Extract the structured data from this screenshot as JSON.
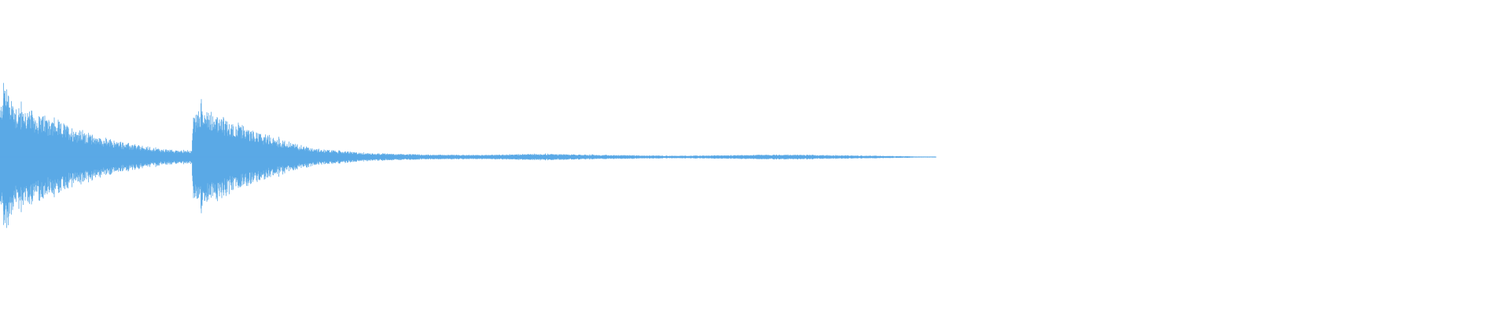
{
  "waveform": {
    "color": "#5aa9e6",
    "envelope": [
      {
        "t": 0.0,
        "a": 0.55
      },
      {
        "t": 0.003,
        "a": 0.95
      },
      {
        "t": 0.01,
        "a": 0.62
      },
      {
        "t": 0.03,
        "a": 0.48
      },
      {
        "t": 0.05,
        "a": 0.34
      },
      {
        "t": 0.07,
        "a": 0.22
      },
      {
        "t": 0.09,
        "a": 0.14
      },
      {
        "t": 0.11,
        "a": 0.09
      },
      {
        "t": 0.127,
        "a": 0.08
      },
      {
        "t": 0.128,
        "a": 0.5
      },
      {
        "t": 0.133,
        "a": 0.62
      },
      {
        "t": 0.15,
        "a": 0.44
      },
      {
        "t": 0.17,
        "a": 0.3
      },
      {
        "t": 0.19,
        "a": 0.18
      },
      {
        "t": 0.21,
        "a": 0.1
      },
      {
        "t": 0.24,
        "a": 0.05
      },
      {
        "t": 0.28,
        "a": 0.03
      },
      {
        "t": 0.32,
        "a": 0.025
      },
      {
        "t": 0.36,
        "a": 0.04
      },
      {
        "t": 0.38,
        "a": 0.03
      },
      {
        "t": 0.45,
        "a": 0.015
      },
      {
        "t": 0.52,
        "a": 0.03
      },
      {
        "t": 0.6,
        "a": 0.01
      },
      {
        "t": 0.62,
        "a": 0.0
      }
    ]
  }
}
